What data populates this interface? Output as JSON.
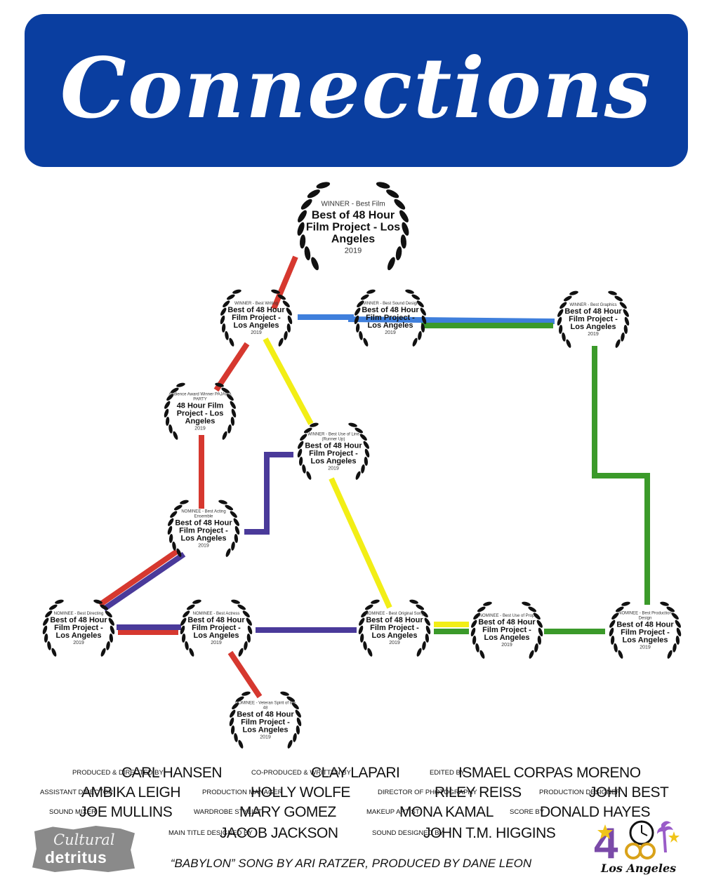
{
  "poster": {
    "title": "Connections",
    "colors": {
      "banner": "#0a3ea0",
      "red": "#d6382f",
      "blue": "#3f7fdc",
      "green": "#3b9a2a",
      "yellow": "#f2ee16",
      "purple": "#4a3a9a"
    }
  },
  "awards": [
    {
      "id": "best-film",
      "category": "WINNER - Best Film",
      "name": "Best of 48 Hour Film Project - Los Angeles",
      "year": "2019"
    },
    {
      "id": "best-writing",
      "category": "WINNER - Best Writing",
      "name": "Best of 48 Hour Film Project - Los Angeles",
      "year": "2019"
    },
    {
      "id": "best-sound-design",
      "category": "WINNER - Best Sound Design",
      "name": "Best of 48 Hour Film Project - Los Angeles",
      "year": "2019"
    },
    {
      "id": "best-graphics",
      "category": "WINNER - Best Graphics",
      "name": "Best of 48 Hour Film Project - Los Angeles",
      "year": "2019"
    },
    {
      "id": "audience-award",
      "category": "Audience Award Winner PAJAMA PARTY",
      "name": "48 Hour Film Project - Los Angeles",
      "year": "2019"
    },
    {
      "id": "best-use-of-line",
      "category": "WINNER - Best Use of Line (Runner Up)",
      "name": "Best of 48 Hour Film Project - Los Angeles",
      "year": "2019"
    },
    {
      "id": "best-acting-ensemble",
      "category": "NOMINEE - Best Acting Ensemble",
      "name": "Best of 48 Hour Film Project - Los Angeles",
      "year": "2019"
    },
    {
      "id": "best-directing",
      "category": "NOMINEE - Best Directing",
      "name": "Best of 48 Hour Film Project - Los Angeles",
      "year": "2019"
    },
    {
      "id": "best-actress",
      "category": "NOMINEE - Best Actress",
      "name": "Best of 48 Hour Film Project - Los Angeles",
      "year": "2019"
    },
    {
      "id": "best-original-song",
      "category": "NOMINEE - Best Original Song",
      "name": "Best of 48 Hour Film Project - Los Angeles",
      "year": "2019"
    },
    {
      "id": "best-use-of-prop",
      "category": "NOMINEE - Best Use of Prop",
      "name": "Best of 48 Hour Film Project - Los Angeles",
      "year": "2019"
    },
    {
      "id": "best-production-design",
      "category": "NOMINEE - Best Production Design",
      "name": "Best of 48 Hour Film Project - Los Angeles",
      "year": "2019"
    },
    {
      "id": "spirit-award",
      "category": "NOMINEE - Veteran Spirit of the 48",
      "name": "Best of 48 Hour Film Project - Los Angeles",
      "year": "2019"
    }
  ],
  "credits": [
    {
      "role": "PRODUCED & DIRECTED BY",
      "name": "CARL HANSEN"
    },
    {
      "role": "CO-PRODUCED & WRITTEN BY",
      "name": "CLAY LAPARI"
    },
    {
      "role": "EDITED BY",
      "name": "ISMAEL CORPAS MORENO"
    },
    {
      "role": "ASSISTANT DIRECTOR",
      "name": "AMBIKA LEIGH"
    },
    {
      "role": "PRODUCTION MANAGER",
      "name": "HOLLY WOLFE"
    },
    {
      "role": "DIRECTOR OF PHOTOGRAPHY",
      "name": "RILEY REISS"
    },
    {
      "role": "PRODUCTION DESIGNER",
      "name": "JOHN BEST"
    },
    {
      "role": "SOUND MIXER",
      "name": "JOE MULLINS"
    },
    {
      "role": "WARDROBE STYLIST",
      "name": "MARY GOMEZ"
    },
    {
      "role": "MAKEUP ARTIST",
      "name": "MONA KAMAL"
    },
    {
      "role": "SCORE BY",
      "name": "DONALD HAYES"
    },
    {
      "role": "MAIN TITLE DESIGNED BY",
      "name": "JACOB JACKSON"
    },
    {
      "role": "SOUND DESIGNED BY",
      "name": "JOHN T.M. HIGGINS"
    }
  ],
  "song_credit": "“BABYLON” SONG BY ARI RATZER, PRODUCED BY DANE LEON",
  "logos": {
    "left": {
      "line1": "Cultural",
      "line2": "detritus"
    },
    "right": {
      "caption": "Los Angeles",
      "icon": "clock-48-icon"
    }
  }
}
